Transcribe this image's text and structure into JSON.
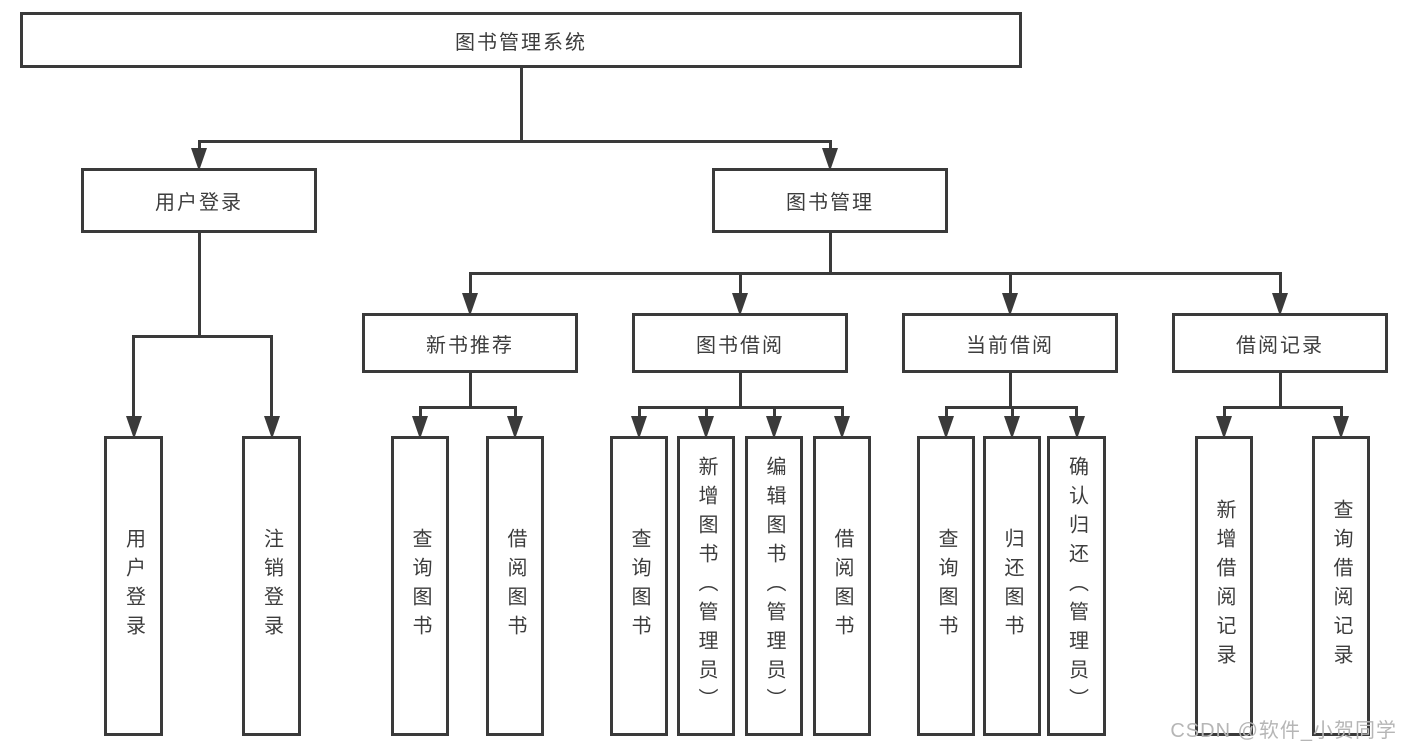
{
  "diagram": {
    "nodes": [
      {
        "id": "system",
        "label": "图书管理系统",
        "parent": null,
        "text_direction": "horizontal"
      },
      {
        "id": "user-login",
        "label": "用户登录",
        "parent": "system",
        "text_direction": "horizontal"
      },
      {
        "id": "book-management",
        "label": "图书管理",
        "parent": "system",
        "text_direction": "horizontal"
      },
      {
        "id": "new-book-recommend",
        "label": "新书推荐",
        "parent": "book-management",
        "text_direction": "horizontal"
      },
      {
        "id": "book-borrow",
        "label": "图书借阅",
        "parent": "book-management",
        "text_direction": "horizontal"
      },
      {
        "id": "current-borrow",
        "label": "当前借阅",
        "parent": "book-management",
        "text_direction": "horizontal"
      },
      {
        "id": "borrow-records",
        "label": "借阅记录",
        "parent": "book-management",
        "text_direction": "horizontal"
      },
      {
        "id": "leaf-user-login",
        "label": "用户登录",
        "parent": "user-login",
        "text_direction": "vertical"
      },
      {
        "id": "leaf-logout",
        "label": "注销登录",
        "parent": "user-login",
        "text_direction": "vertical"
      },
      {
        "id": "leaf-query-book-1",
        "label": "查询图书",
        "parent": "new-book-recommend",
        "text_direction": "vertical"
      },
      {
        "id": "leaf-borrow-book-1",
        "label": "借阅图书",
        "parent": "new-book-recommend",
        "text_direction": "vertical"
      },
      {
        "id": "leaf-query-book-2",
        "label": "查询图书",
        "parent": "book-borrow",
        "text_direction": "vertical"
      },
      {
        "id": "leaf-add-book",
        "label": "新增图书（管理员）",
        "parent": "book-borrow",
        "text_direction": "vertical"
      },
      {
        "id": "leaf-edit-book",
        "label": "编辑图书（管理员）",
        "parent": "book-borrow",
        "text_direction": "vertical"
      },
      {
        "id": "leaf-borrow-book-2",
        "label": "借阅图书",
        "parent": "book-borrow",
        "text_direction": "vertical"
      },
      {
        "id": "leaf-query-book-3",
        "label": "查询图书",
        "parent": "current-borrow",
        "text_direction": "vertical"
      },
      {
        "id": "leaf-return-book",
        "label": "归还图书",
        "parent": "current-borrow",
        "text_direction": "vertical"
      },
      {
        "id": "leaf-confirm-return",
        "label": "确认归还（管理员）",
        "parent": "current-borrow",
        "text_direction": "vertical"
      },
      {
        "id": "leaf-add-borrow-record",
        "label": "新增借阅记录",
        "parent": "borrow-records",
        "text_direction": "vertical"
      },
      {
        "id": "leaf-query-borrow-record",
        "label": "查询借阅记录",
        "parent": "borrow-records",
        "text_direction": "vertical"
      }
    ]
  },
  "watermark": {
    "text": "CSDN @软件_小贺同学"
  },
  "colors": {
    "line": "#3a3a3a",
    "text": "#3d3d3d",
    "background": "#ffffff",
    "watermark": "#b6b6b6"
  }
}
